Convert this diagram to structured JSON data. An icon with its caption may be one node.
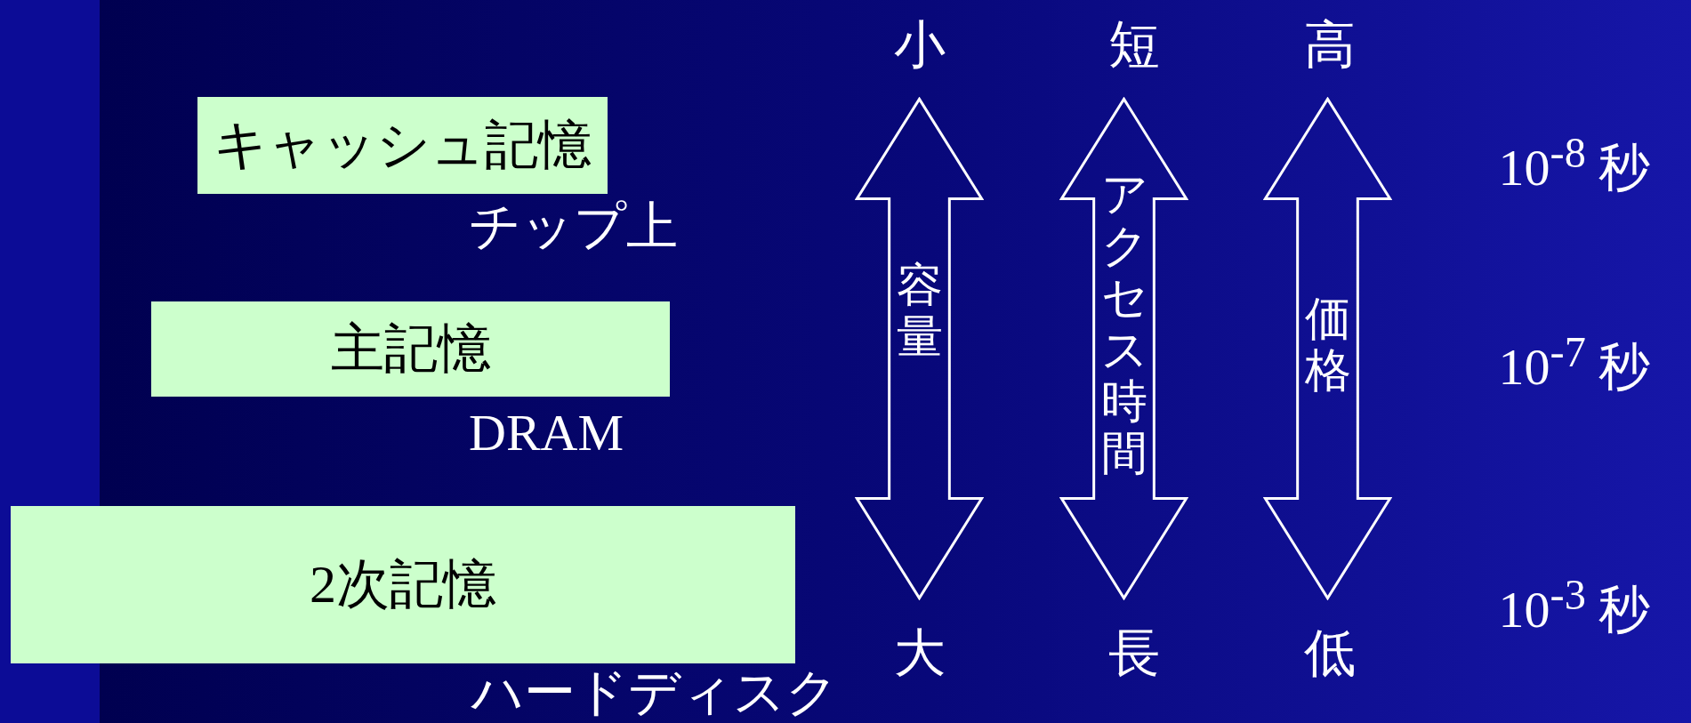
{
  "diagram": {
    "nodes": [
      {
        "text": [
          "キャッシュ記憶"
        ],
        "beside": [
          "チップ上"
        ]
      },
      {
        "text": [
          "主記憶"
        ],
        "beside": [
          "DRAM"
        ]
      },
      {
        "text": [
          "2次記憶"
        ],
        "beside": [
          "ハードディスク"
        ]
      },
      {
        "text": [
          "容量"
        ]
      },
      {
        "text": [
          "アクセス時間"
        ]
      },
      {
        "text": [
          "価格"
        ]
      }
    ],
    "labels": [
      "小",
      "短",
      "高",
      "10$^{-8}$ 秒",
      "10$^{-7}$ 秒",
      "10$^{-3}$ 秒",
      "大",
      "長",
      "低"
    ]
  }
}
